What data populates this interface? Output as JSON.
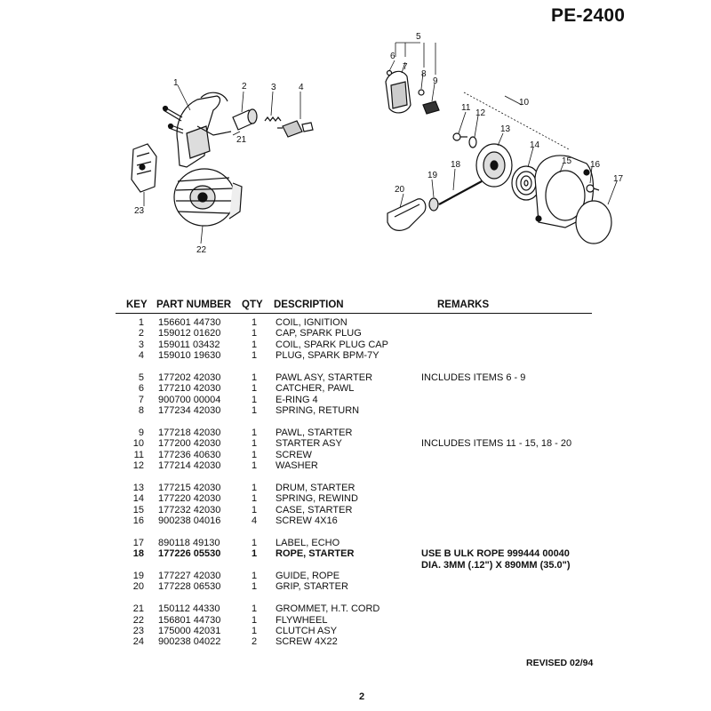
{
  "header": {
    "model": "PE-2400"
  },
  "diagram": {
    "callouts": [
      "1",
      "2",
      "3",
      "4",
      "5",
      "6",
      "7",
      "8",
      "9",
      "10",
      "11",
      "12",
      "13",
      "14",
      "15",
      "16",
      "17",
      "18",
      "19",
      "20",
      "21",
      "22",
      "23"
    ]
  },
  "table": {
    "columns": {
      "key": "KEY",
      "part_number": "PART NUMBER",
      "qty": "QTY",
      "description": "DESCRIPTION",
      "remarks": "REMARKS"
    },
    "rows": [
      {
        "key": "1",
        "part_number": "156601 44730",
        "qty": "1",
        "description": "COIL, IGNITION",
        "remarks": ""
      },
      {
        "key": "2",
        "part_number": "159012 01620",
        "qty": "1",
        "description": "CAP, SPARK PLUG",
        "remarks": ""
      },
      {
        "key": "3",
        "part_number": "159011 03432",
        "qty": "1",
        "description": "COIL, SPARK PLUG CAP",
        "remarks": ""
      },
      {
        "key": "4",
        "part_number": "159010 19630",
        "qty": "1",
        "description": "PLUG, SPARK  BPM-7Y",
        "remarks": ""
      },
      {
        "key": "5",
        "part_number": "177202 42030",
        "qty": "1",
        "description": "PAWL ASY, STARTER",
        "remarks": "INCLUDES ITEMS 6 - 9"
      },
      {
        "key": "6",
        "part_number": "177210 42030",
        "qty": "1",
        "description": "CATCHER, PAWL",
        "remarks": ""
      },
      {
        "key": "7",
        "part_number": "900700 00004",
        "qty": "1",
        "description": "E-RING  4",
        "remarks": ""
      },
      {
        "key": "8",
        "part_number": "177234 42030",
        "qty": "1",
        "description": "SPRING, RETURN",
        "remarks": ""
      },
      {
        "key": "9",
        "part_number": "177218 42030",
        "qty": "1",
        "description": "PAWL, STARTER",
        "remarks": ""
      },
      {
        "key": "10",
        "part_number": "177200 42030",
        "qty": "1",
        "description": "STARTER ASY",
        "remarks": "INCLUDES ITEMS 11 - 15, 18 - 20"
      },
      {
        "key": "11",
        "part_number": "177236 40630",
        "qty": "1",
        "description": "SCREW",
        "remarks": ""
      },
      {
        "key": "12",
        "part_number": "177214 42030",
        "qty": "1",
        "description": "WASHER",
        "remarks": ""
      },
      {
        "key": "13",
        "part_number": "177215 42030",
        "qty": "1",
        "description": "DRUM, STARTER",
        "remarks": ""
      },
      {
        "key": "14",
        "part_number": "177220 42030",
        "qty": "1",
        "description": "SPRING, REWIND",
        "remarks": ""
      },
      {
        "key": "15",
        "part_number": "177232 42030",
        "qty": "1",
        "description": "CASE, STARTER",
        "remarks": ""
      },
      {
        "key": "16",
        "part_number": "900238 04016",
        "qty": "4",
        "description": "SCREW  4X16",
        "remarks": ""
      },
      {
        "key": "17",
        "part_number": "890118 49130",
        "qty": "1",
        "description": "LABEL,  ECHO",
        "remarks": ""
      },
      {
        "key": "18",
        "part_number": "177226 05530",
        "qty": "1",
        "description": "ROPE, STARTER",
        "remarks": "USE B ULK ROPE 999444 00040",
        "remarks_line2": "DIA. 3MM (.12\") X 890MM (35.0\")"
      },
      {
        "key": "19",
        "part_number": "177227 42030",
        "qty": "1",
        "description": "GUIDE, ROPE",
        "remarks": ""
      },
      {
        "key": "20",
        "part_number": "177228 06530",
        "qty": "1",
        "description": "GRIP, STARTER",
        "remarks": ""
      },
      {
        "key": "21",
        "part_number": "150112 44330",
        "qty": "1",
        "description": "GROMMET, H.T. CORD",
        "remarks": ""
      },
      {
        "key": "22",
        "part_number": "156801 44730",
        "qty": "1",
        "description": "FLYWHEEL",
        "remarks": ""
      },
      {
        "key": "23",
        "part_number": "175000 42031",
        "qty": "1",
        "description": "CLUTCH ASY",
        "remarks": ""
      },
      {
        "key": "24",
        "part_number": "900238 04022",
        "qty": "2",
        "description": "SCREW  4X22",
        "remarks": ""
      }
    ]
  },
  "footer": {
    "revised": "REVISED 02/94",
    "page": "2"
  }
}
